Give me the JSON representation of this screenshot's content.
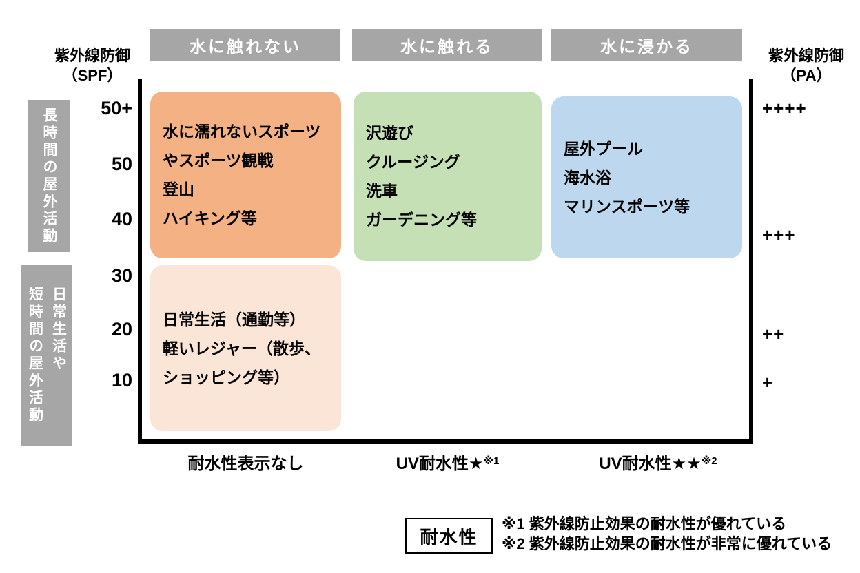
{
  "axis_titles": {
    "spf": {
      "line1": "紫外線防御",
      "line2": "（SPF）"
    },
    "pa": {
      "line1": "紫外線防御",
      "line2": "（PA）"
    }
  },
  "column_headers": [
    {
      "label": "水に触れない"
    },
    {
      "label": "水に触れる"
    },
    {
      "label": "水に浸かる"
    }
  ],
  "row_labels": {
    "long_outdoor": "長時間の屋外活動",
    "short_outdoor": {
      "line1": "日常生活や",
      "line2": "短時間の屋外活動"
    }
  },
  "spf_ticks": [
    "50+",
    "50",
    "40",
    "30",
    "20",
    "10"
  ],
  "pa_ticks": [
    "++++",
    "+++",
    "++",
    "+"
  ],
  "activity_boxes": {
    "no_water": {
      "lines": [
        "水に濡れないスポーツ",
        "やスポーツ観戦",
        "登山",
        "ハイキング等"
      ],
      "color": "#F4B183"
    },
    "touch_water": {
      "lines": [
        "沢遊び",
        "クルージング",
        "洗車",
        "ガーデニング等"
      ],
      "color": "#C5E0B4"
    },
    "soak_water": {
      "lines": [
        "屋外プール",
        "海水浴",
        "マリンスポーツ等"
      ],
      "color": "#BDD7EE"
    },
    "daily_life": {
      "lines": [
        "日常生活（通勤等）",
        "軽いレジャー（散歩、",
        "ショッピング等）"
      ],
      "color": "#FBE5D6"
    }
  },
  "x_axis_labels": [
    {
      "label": "耐水性表示なし",
      "sup": ""
    },
    {
      "label": "UV耐水性★",
      "sup": "※1"
    },
    {
      "label": "UV耐水性★★",
      "sup": "※2"
    }
  ],
  "legend": {
    "box_label": "耐水性",
    "notes": [
      "※1 紫外線防止効果の耐水性が優れている",
      "※2 紫外線防止効果の耐水性が非常に優れている"
    ]
  },
  "colors": {
    "header_gray": "#A6A6A6",
    "orange_box": "#F4B183",
    "green_box": "#C5E0B4",
    "blue_box": "#BDD7EE",
    "peach_box": "#FBE5D6",
    "frame_black": "#000000"
  }
}
